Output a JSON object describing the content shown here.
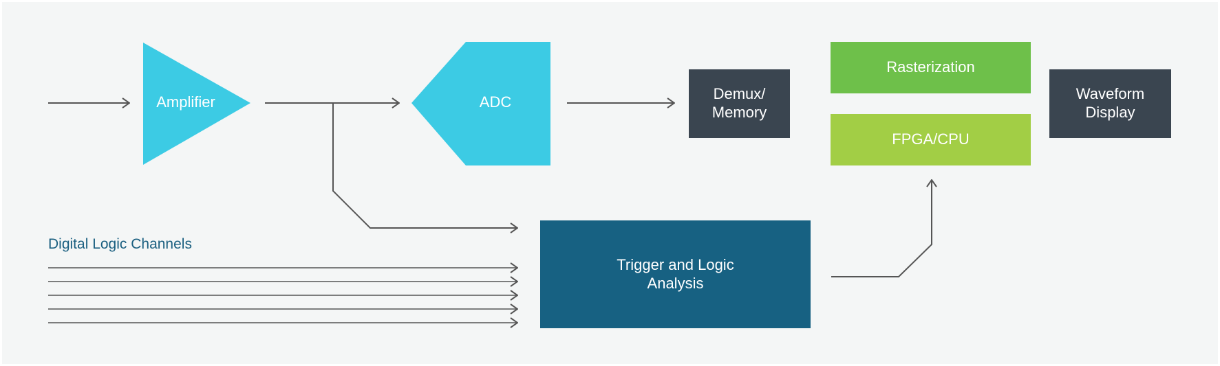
{
  "blocks": {
    "amplifier": "Amplifier",
    "adc": "ADC",
    "demux_memory": [
      "Demux/",
      "Memory"
    ],
    "rasterization": "Rasterization",
    "fpga_cpu": "FPGA/CPU",
    "waveform_display": [
      "Waveform",
      "Display"
    ],
    "trigger_logic": [
      "Trigger and Logic",
      "Analysis"
    ]
  },
  "labels": {
    "digital_logic_channels": "Digital Logic Channels"
  },
  "colors": {
    "background": "#f4f6f6",
    "cyan": "#3ccbe4",
    "dark_slate": "#3a4550",
    "green": "#6ec04a",
    "light_green": "#a2ce45",
    "teal_blue": "#176182",
    "arrow": "#555555",
    "label_blue": "#1a5f80"
  }
}
